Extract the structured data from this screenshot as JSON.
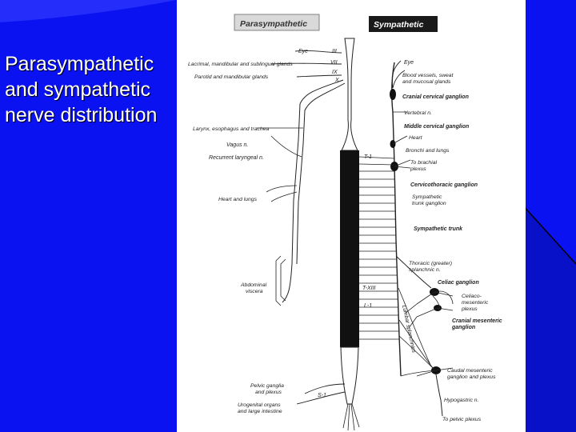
{
  "slide": {
    "title_lines": [
      "Parasympathetic",
      "and sympathetic",
      "nerve distribution"
    ]
  },
  "colors": {
    "background": "#0a12f2",
    "figure_background": "#ffffff",
    "ink": "#222222",
    "cord": "#111111"
  },
  "diagram": {
    "headers": {
      "parasympathetic": "Parasympathetic",
      "sympathetic": "Sympathetic"
    },
    "cranial_nerves": [
      "III",
      "VII",
      "IX",
      "X"
    ],
    "cord_levels": [
      "T-1",
      "T-XIII",
      "L-1",
      "S-1"
    ],
    "left_labels": {
      "eye": "Eye",
      "lacrimal": "Lacrimal, mandibular and sublingual glands",
      "parotid": "Parotid and mandibular glands",
      "larynx": "Larynx, esophagus and trachea",
      "vagus": "Vagus n.",
      "recurrent": "Recurrent laryngeal n.",
      "heart_lungs": "Heart and lungs",
      "abdominal_1": "Abdominal",
      "abdominal_2": "viscera",
      "pelvic_1": "Pelvic ganglia",
      "pelvic_2": "and plexus",
      "urogenital_1": "Urogenital organs",
      "urogenital_2": "and large intestine"
    },
    "right_labels": {
      "eye": "Eye",
      "blood_1": "Blood vessels, sweat",
      "blood_2": "and mucosal glands",
      "cranial_cervical": "Cranial cervical ganglion",
      "vertebral": "Vertebral n.",
      "middle_cervical": "Middle cervical ganglion",
      "heart": "Heart",
      "bronchi": "Bronchi and lungs",
      "brachial_1": "To brachial",
      "brachial_2": "plexus",
      "cervicothoracic": "Cervicothoracic ganglion",
      "trunk_ganglion_1": "Sympathetic",
      "trunk_ganglion_2": "trunk ganglion",
      "trunk": "Sympathetic trunk",
      "splanchnic_1": "Thoracic (greater)",
      "splanchnic_2": "splanchnic n.",
      "celiac": "Celiac ganglion",
      "celiacomes_1": "Celiaco-",
      "celiacomes_2": "mesenteric",
      "celiacomes_3": "plexus",
      "cranial_mes_1": "Cranial mesenteric",
      "cranial_mes_2": "ganglion",
      "lumbar_splanchnics": "Lumbar splanchnics",
      "caudal_mes_1": "Caudal mesenteric",
      "caudal_mes_2": "ganglion and plexus",
      "hypogastric": "Hypogastric n.",
      "pelvic_plexus": "To pelvic plexus"
    }
  }
}
